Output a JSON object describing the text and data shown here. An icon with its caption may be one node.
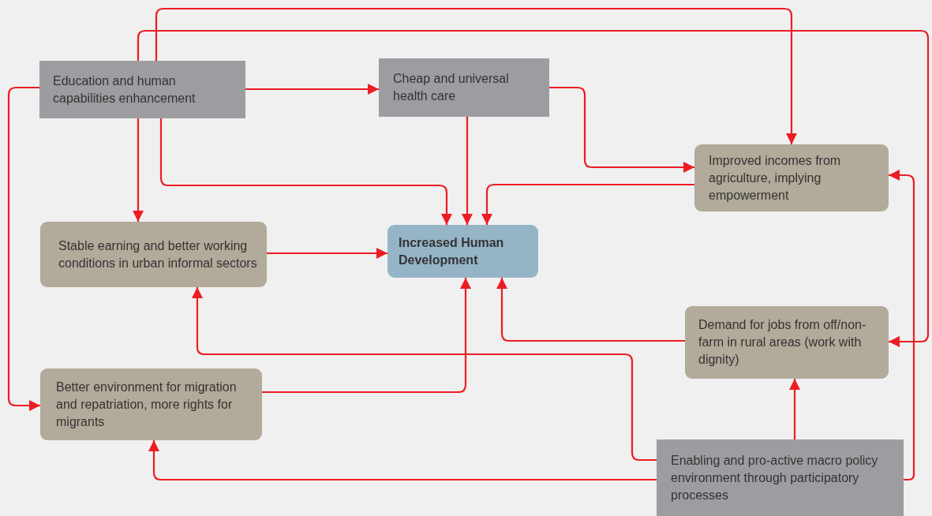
{
  "diagram": {
    "nodes": [
      {
        "text": [
          "Education and human capabilities enhancement"
        ]
      },
      {
        "text": [
          "Cheap and universal health care"
        ]
      },
      {
        "text": [
          "Improved incomes from agriculture, implying empowerment"
        ]
      },
      {
        "text": [
          "Stable earning and better working conditions in urban informal sectors"
        ]
      },
      {
        "text": [
          "Increased Human Development"
        ]
      },
      {
        "text": [
          "Demand for jobs from off/non-farm in rural areas (work with dignity)"
        ]
      },
      {
        "text": [
          "Better environment for migration and repatriation, more rights for migrants"
        ]
      },
      {
        "text": [
          "Enabling and pro-active macro policy environment through participatory processes"
        ]
      }
    ],
    "edges": [
      {
        "from": 0,
        "to": 1,
        "arrow": "to"
      },
      {
        "from": 0,
        "to": 3,
        "arrow": "to"
      },
      {
        "from": 0,
        "to": 4,
        "arrow": "to"
      },
      {
        "from": 0,
        "to": 6,
        "arrow": "to"
      },
      {
        "from": 0,
        "to": 2,
        "arrow": "to"
      },
      {
        "from": 0,
        "to": 5,
        "arrow": "to"
      },
      {
        "from": 1,
        "to": 4,
        "arrow": "to"
      },
      {
        "from": 1,
        "to": 2,
        "arrow": "to"
      },
      {
        "from": 2,
        "to": 4,
        "arrow": "to"
      },
      {
        "from": 3,
        "to": 4,
        "arrow": "to"
      },
      {
        "from": 6,
        "to": 4,
        "arrow": "to"
      },
      {
        "from": 5,
        "to": 4,
        "arrow": "to"
      },
      {
        "from": 7,
        "to": 3,
        "arrow": "to"
      },
      {
        "from": 7,
        "to": 6,
        "arrow": "to"
      },
      {
        "from": 7,
        "to": 5,
        "arrow": "to"
      },
      {
        "from": 7,
        "to": 2,
        "arrow": "to"
      }
    ]
  }
}
